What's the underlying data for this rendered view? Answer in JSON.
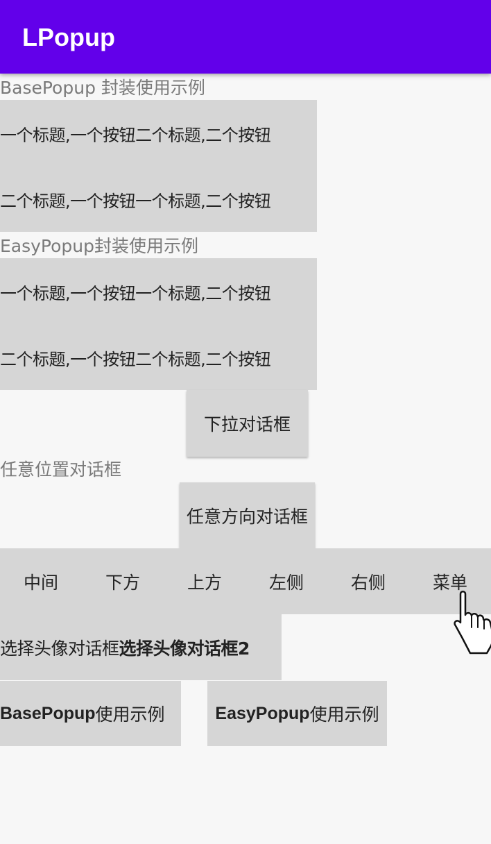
{
  "appbar": {
    "title": "LPopup",
    "color": "#6200ea"
  },
  "sections": {
    "base_label": "BasePopup 封装使用示例",
    "easy_label": "EasyPopup封装使用示例",
    "anywhere_label": "任意位置对话框"
  },
  "base_rows": [
    {
      "a": "一个标题,一个按钮",
      "b": "二个标题,二个按钮"
    },
    {
      "a": "二个标题,一个按钮",
      "b": "一个标题,二个按钮"
    }
  ],
  "easy_rows": [
    {
      "a": "一个标题,一个按钮",
      "b": "一个标题,二个按钮"
    },
    {
      "a": "二个标题,一个按钮",
      "b": "二个标题,二个按钮"
    }
  ],
  "buttons": {
    "dropdown": "下拉对话框",
    "any_direction": "任意方向对话框",
    "choose_avatar": "选择头像对话框",
    "choose_avatar2": "选择头像对话框2",
    "base_demo_en": "BasePopup",
    "base_demo_cn": " 使用示例",
    "easy_demo_en": "EasyPopup",
    "easy_demo_cn": " 使用示例"
  },
  "menu_items": [
    {
      "label": "中间"
    },
    {
      "label": "下方"
    },
    {
      "label": "上方"
    },
    {
      "label": "左侧"
    },
    {
      "label": "右侧"
    },
    {
      "label": "菜单"
    }
  ],
  "cursor": {
    "icon": "hand-pointer-icon"
  }
}
